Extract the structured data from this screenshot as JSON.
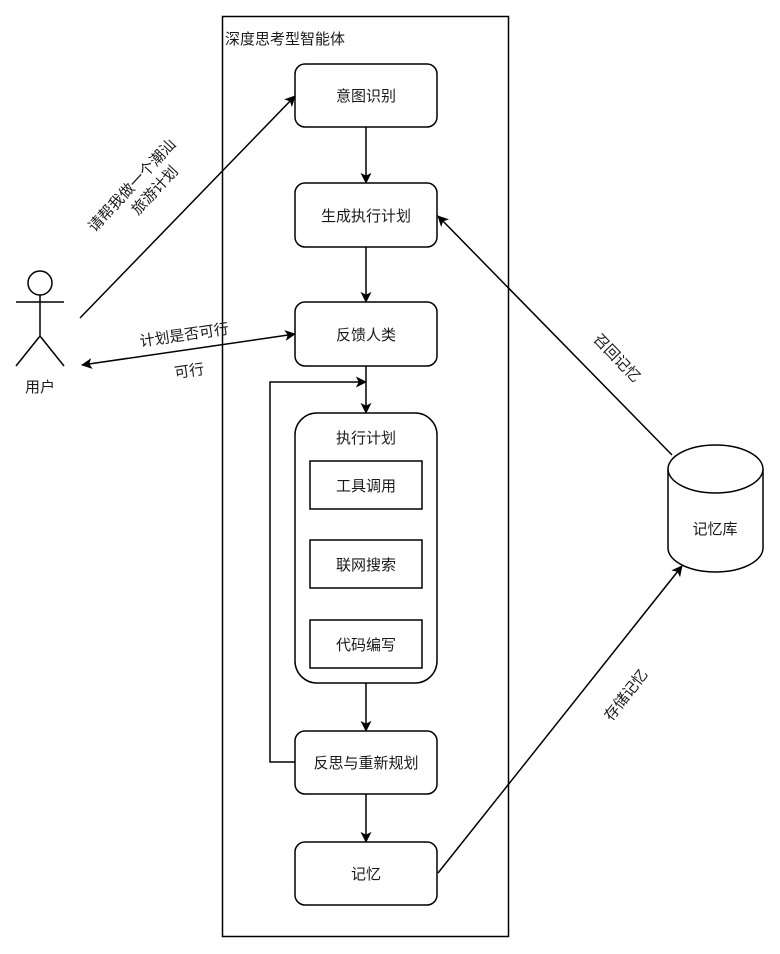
{
  "container": {
    "title": "深度思考型智能体"
  },
  "actor": {
    "label": "用户"
  },
  "nodes": {
    "intent": "意图识别",
    "plan": "生成执行计划",
    "feedback": "反馈人类",
    "execute": "执行计划",
    "tool_call": "工具调用",
    "web_search": "联网搜索",
    "coding": "代码编写",
    "reflect": "反思与重新规划",
    "memory": "记忆"
  },
  "database": {
    "label": "记忆库"
  },
  "edges": {
    "request_line1": "请帮我做一个潮汕",
    "request_line2": "旅游计划",
    "feasibility_question": "计划是否可行",
    "feasibility_answer": "可行",
    "recall": "召回记忆",
    "store": "存储记忆"
  }
}
